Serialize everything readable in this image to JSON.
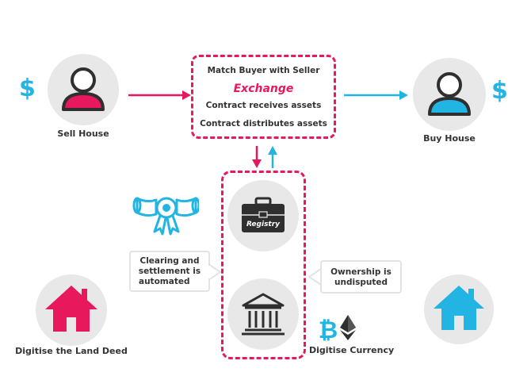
{
  "colors": {
    "pink": "#e8185d",
    "blue": "#22b5e3",
    "dark": "#2f2f2f",
    "circle": "#e8e8e8"
  },
  "seller": {
    "label": "Sell House",
    "currency_symbol": "$",
    "icon": "person-icon"
  },
  "buyer": {
    "label": "Buy House",
    "currency_symbol": "$",
    "icon": "person-icon"
  },
  "exchange_box": {
    "line1": "Match Buyer with Seller",
    "line2": "Exchange",
    "line3": "Contract receives assets",
    "line4": "Contract distributes assets"
  },
  "registry": {
    "label": "Registry",
    "icon": "briefcase-icon"
  },
  "bank": {
    "icon": "bank-icon"
  },
  "certificate": {
    "icon": "diploma-ribbon-icon"
  },
  "bubble_left": {
    "line1": "Clearing and",
    "line2": "settlement is",
    "line3": "automated"
  },
  "bubble_right": {
    "line1": "Ownership is",
    "line2": "undisputed"
  },
  "land_deed": {
    "label": "Digitise the Land Deed",
    "icon": "house-icon"
  },
  "currency": {
    "label": "Digitise Currency",
    "icons": [
      "bitcoin-icon",
      "ethereum-icon"
    ]
  },
  "house_right": {
    "icon": "house-icon"
  }
}
